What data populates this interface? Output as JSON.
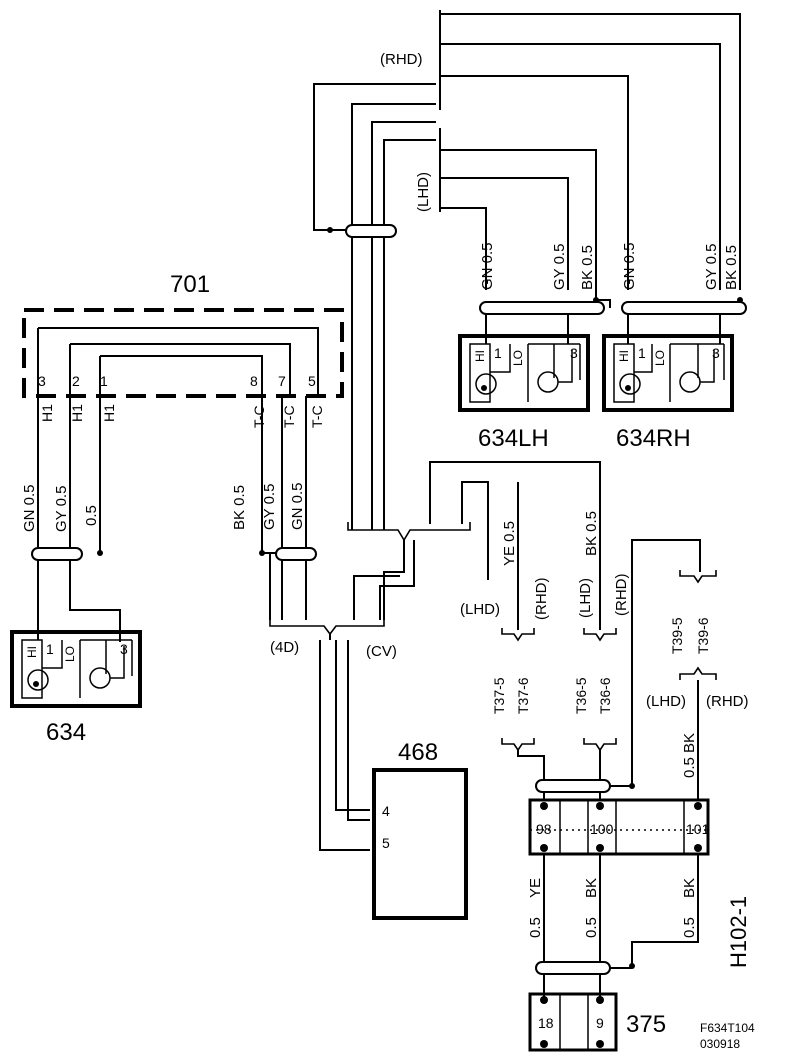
{
  "components": {
    "c701": "701",
    "c634": "634",
    "c634lh": "634LH",
    "c634rh": "634RH",
    "c468": "468",
    "c375": "375",
    "h102": "H102-1"
  },
  "region": {
    "rhd": "(RHD)",
    "lhd": "(LHD)",
    "d4": "(4D)",
    "cv": "(CV)"
  },
  "wires": {
    "gn05": "GN 0.5",
    "gy05": "GY 0.5",
    "bk05": "BK 0.5",
    "w05": "0.5",
    "ye05": "YE 0.5",
    "bk05b": "BK 0.5",
    "bk05c": "0.5 BK",
    "ye": "YE",
    "bk": "BK",
    "w05b": "0.5"
  },
  "pins": {
    "p1": "1",
    "p2": "2",
    "p3": "3",
    "p4": "4",
    "p5": "5",
    "p7": "7",
    "p8": "8",
    "p9": "9",
    "p18": "18",
    "p98": "98",
    "p100": "100",
    "p101": "101"
  },
  "pin_funcs": {
    "h1": "H1",
    "tc": "T-C",
    "hi": "HI",
    "lo": "LO"
  },
  "terminals": {
    "t37_5": "T37-5",
    "t37_6": "T37-6",
    "t36_5": "T36-5",
    "t36_6": "T36-6",
    "t39_5": "T39-5",
    "t39_6": "T39-6"
  },
  "footer": {
    "code": "F634T104",
    "date": "030918"
  }
}
